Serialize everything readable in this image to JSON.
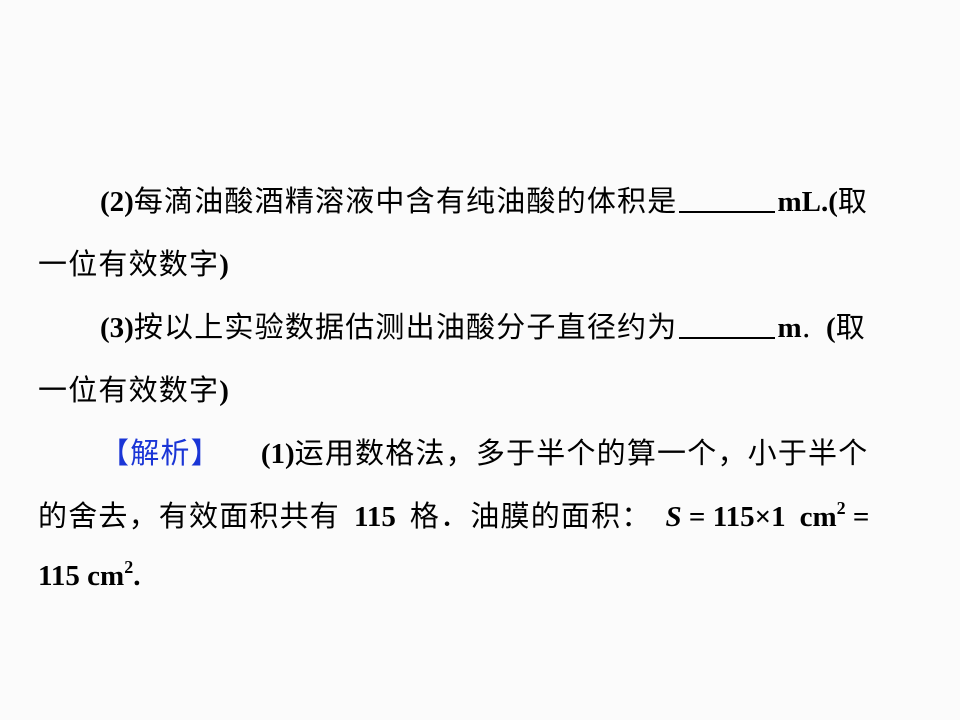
{
  "q2": {
    "label": "(2)",
    "text": "每滴油酸酒精溶液中含有纯油酸的体积是",
    "unit": "mL.(",
    "tail": "取",
    "line2": "一位有效数字",
    "close": ")"
  },
  "q3": {
    "label": "(3)",
    "text": "按以上实验数据估测出油酸分子直径约为",
    "unit": "m",
    "dot": ".",
    "open": "(",
    "tail": "取",
    "line2": "一位有效数字",
    "close": ")"
  },
  "analysis": {
    "tag": "【解析】",
    "label": "(1)",
    "text1": "运用数格法，多于半个的算一个，小于半个",
    "text2a": "的舍去，有效面积共有",
    "count": "115",
    "text2b": "格．油膜的面积：",
    "var_s": "S",
    "eq1": " = 115×1",
    "unit_cm": "cm",
    "exp": "2",
    "eq2": " =",
    "result": "115 cm",
    "result_exp": "2",
    "period": "."
  },
  "colors": {
    "tag": "#1a35d6",
    "text": "#000000",
    "background": "#fbfbfb"
  }
}
